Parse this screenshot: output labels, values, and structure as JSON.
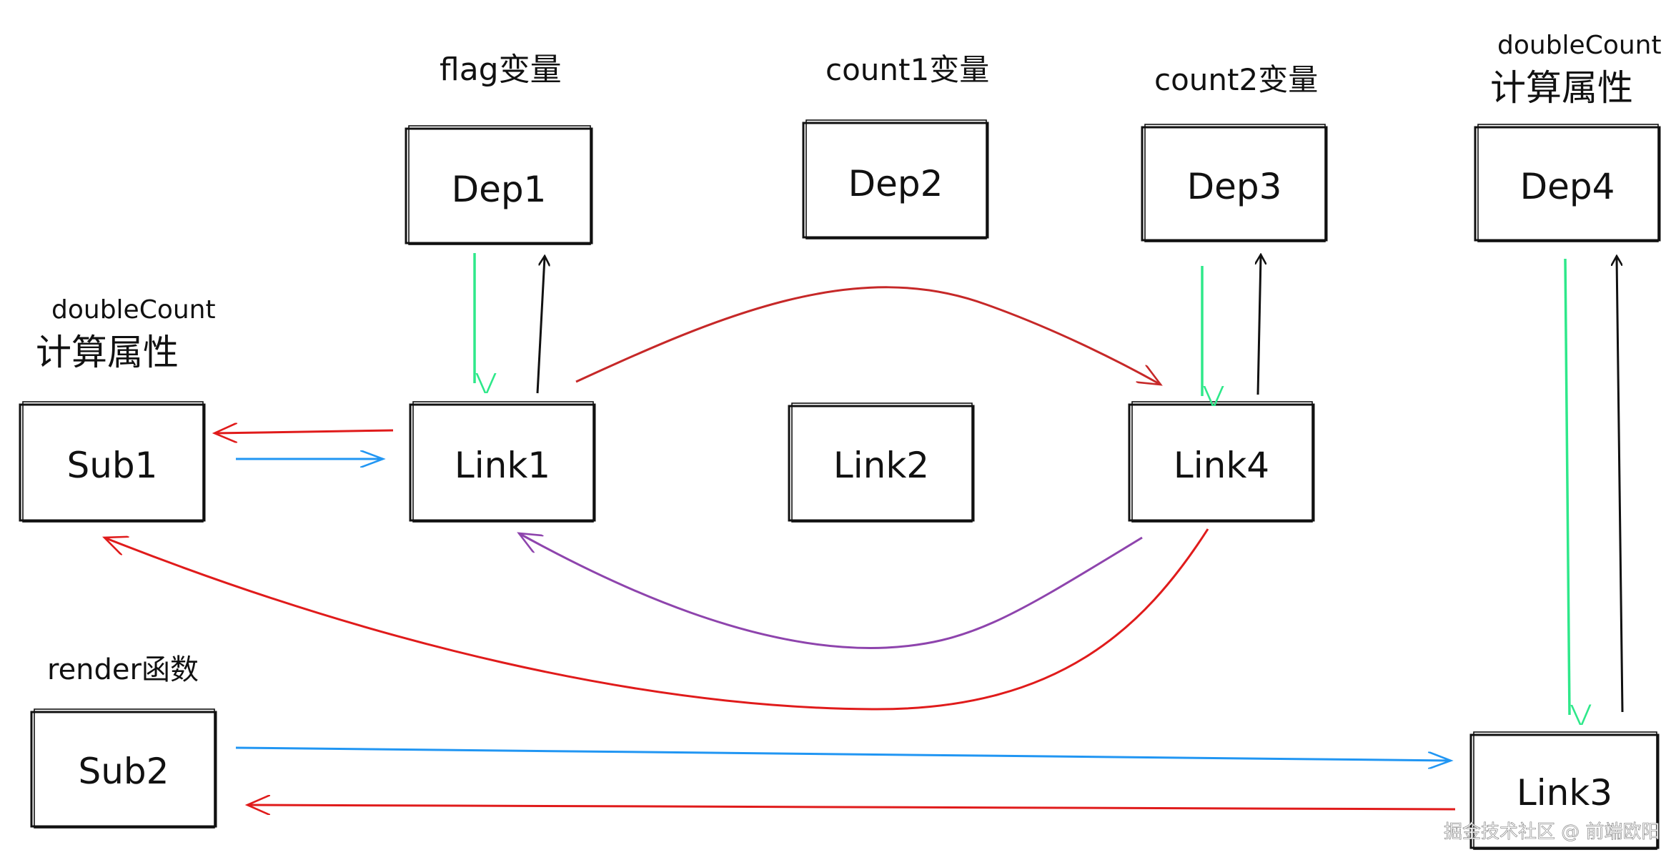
{
  "labels": {
    "flag": "flag变量",
    "count1": "count1变量",
    "count2": "count2变量",
    "dc_top_1": "doubleCount",
    "dc_top_2": "计算属性",
    "dc_left_1": "doubleCount",
    "dc_left_2": "计算属性",
    "render": "render函数"
  },
  "boxes": {
    "dep1": "Dep1",
    "dep2": "Dep2",
    "dep3": "Dep3",
    "dep4": "Dep4",
    "sub1": "Sub1",
    "link1": "Link1",
    "link2": "Link2",
    "link4": "Link4",
    "sub2": "Sub2",
    "link3": "Link3"
  },
  "watermark": "掘金技术社区 @ 前端欧阳",
  "colors": {
    "ink": "#111111",
    "red": "#e01b1b",
    "dark_red": "#c62828",
    "blue": "#2196f3",
    "green": "#2ee88a",
    "purple": "#8e44ad"
  }
}
